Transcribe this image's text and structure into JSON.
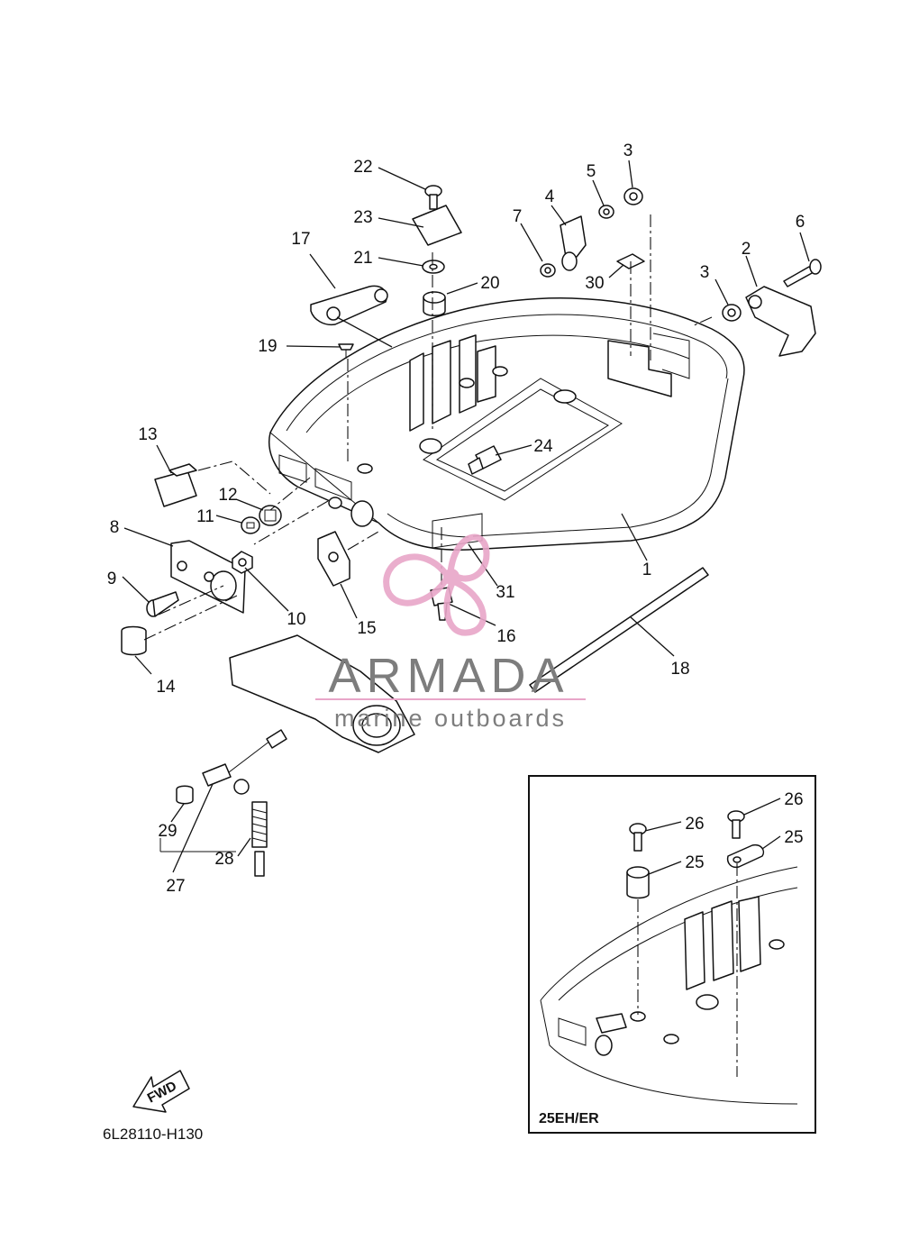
{
  "diagram": {
    "part_code": "6L28110-H130",
    "inset_title": "25EH/ER",
    "fwd_label": "FWD",
    "watermark": {
      "brand": "ARMADA",
      "tagline": "marine outboards",
      "colors": {
        "text": "#7d7d7d",
        "accent": "#e8a6c8"
      }
    },
    "callouts": [
      {
        "id": "c1",
        "text": "1"
      },
      {
        "id": "c2",
        "text": "2"
      },
      {
        "id": "c3a",
        "text": "3"
      },
      {
        "id": "c3b",
        "text": "3"
      },
      {
        "id": "c4",
        "text": "4"
      },
      {
        "id": "c5",
        "text": "5"
      },
      {
        "id": "c6",
        "text": "6"
      },
      {
        "id": "c7",
        "text": "7"
      },
      {
        "id": "c8",
        "text": "8"
      },
      {
        "id": "c9",
        "text": "9"
      },
      {
        "id": "c10",
        "text": "10"
      },
      {
        "id": "c11",
        "text": "11"
      },
      {
        "id": "c12",
        "text": "12"
      },
      {
        "id": "c13",
        "text": "13"
      },
      {
        "id": "c14",
        "text": "14"
      },
      {
        "id": "c15",
        "text": "15"
      },
      {
        "id": "c16",
        "text": "16"
      },
      {
        "id": "c17",
        "text": "17"
      },
      {
        "id": "c18",
        "text": "18"
      },
      {
        "id": "c19",
        "text": "19"
      },
      {
        "id": "c20",
        "text": "20"
      },
      {
        "id": "c21",
        "text": "21"
      },
      {
        "id": "c22",
        "text": "22"
      },
      {
        "id": "c23",
        "text": "23"
      },
      {
        "id": "c24",
        "text": "24"
      },
      {
        "id": "c25a",
        "text": "25"
      },
      {
        "id": "c25b",
        "text": "25"
      },
      {
        "id": "c26a",
        "text": "26"
      },
      {
        "id": "c26b",
        "text": "26"
      },
      {
        "id": "c27",
        "text": "27"
      },
      {
        "id": "c28",
        "text": "28"
      },
      {
        "id": "c29",
        "text": "29"
      },
      {
        "id": "c30",
        "text": "30"
      },
      {
        "id": "c31",
        "text": "31"
      }
    ]
  }
}
